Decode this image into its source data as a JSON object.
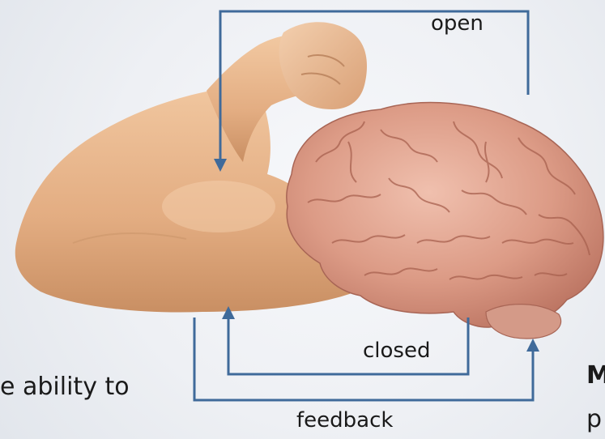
{
  "diagram": {
    "labels": {
      "open": "open",
      "closed": "closed",
      "feedback": "feedback",
      "body_text_left": "e ability to",
      "body_text_right_bold": "M",
      "body_text_right": "p"
    },
    "images": {
      "arm": "flexed-arm-illustration",
      "brain": "human-brain-illustration"
    },
    "colors": {
      "arrow": "#3f6a9a",
      "background": "#eef0f4",
      "skin": "#e8b88e",
      "brain": "#e2a68f"
    }
  }
}
